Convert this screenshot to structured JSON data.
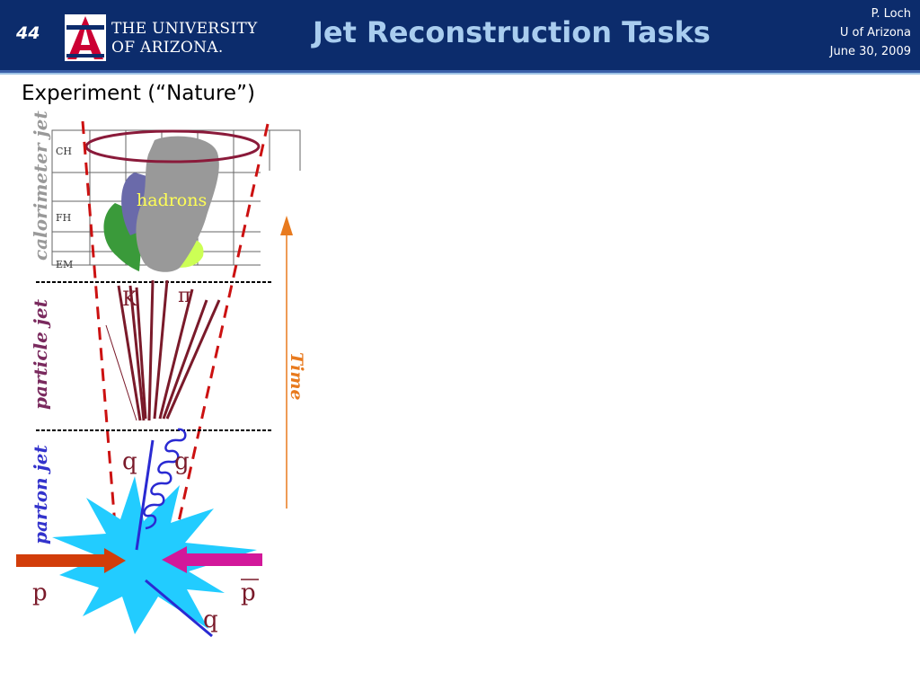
{
  "header": {
    "slide_number": "44",
    "university_line1": "THE UNIVERSITY",
    "university_line2": "OF ARIZONA.",
    "title": "Jet Reconstruction Tasks",
    "author": "P. Loch",
    "affiliation": "U of Arizona",
    "date": "June 30, 2009"
  },
  "content": {
    "subheading": "Experiment (“Nature”)"
  },
  "diagram": {
    "labels": {
      "calorimeter_jet": "calorimeter jet",
      "particle_jet": "particle jet",
      "parton_jet": "parton jet",
      "ch": "CH",
      "fh": "FH",
      "em": "EM",
      "hadrons": "hadrons",
      "kaon": "K",
      "pion": "π",
      "quark1": "q",
      "gluon": "g",
      "proton": "p",
      "antiproton": "p",
      "quark2": "q",
      "time": "Time"
    },
    "colors": {
      "jet_label": "#7a2a5e",
      "parton_label": "#3333cc",
      "cone": "#cc1111",
      "tracks": "#7a1a2a",
      "time": "#e87a1e",
      "star": "#22ccff",
      "proton_arrow": "#d23d0a",
      "antiproton_arrow": "#d2189a",
      "quark": "#2a2ad2"
    }
  }
}
